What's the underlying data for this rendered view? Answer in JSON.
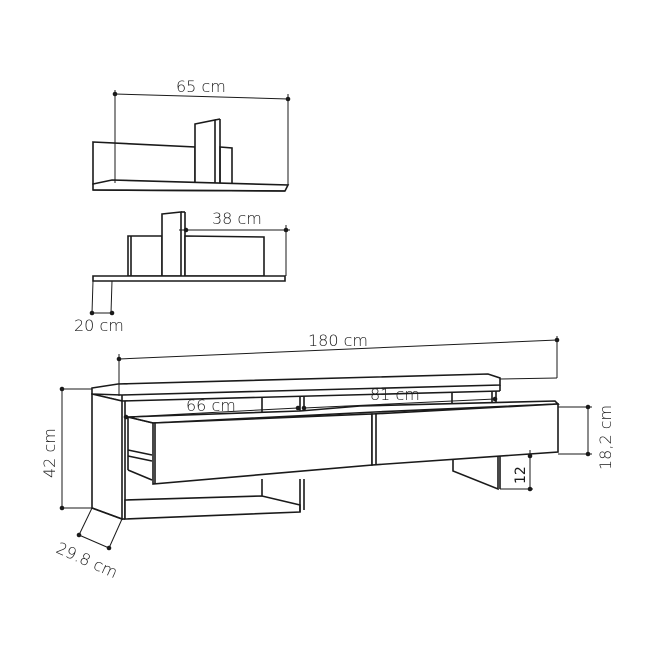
{
  "diagram": {
    "type": "furniture-dimension-drawing",
    "components": [
      {
        "name": "upper-wall-shelf",
        "dimensions": {
          "width": "65 cm"
        }
      },
      {
        "name": "lower-wall-shelf",
        "dimensions": {
          "width": "38 cm",
          "depth": "20 cm"
        }
      },
      {
        "name": "tv-unit",
        "dimensions": {
          "total_width": "180 cm",
          "left_compartment_width": "66 cm",
          "right_compartment_width": "81 cm",
          "height": "42 cm",
          "depth": "29.8 cm",
          "drawer_height": "18,2 cm",
          "leg_height": "12"
        }
      }
    ],
    "labels": {
      "shelf1_width": "65 cm",
      "shelf2_width": "38 cm",
      "shelf2_depth": "20 cm",
      "unit_width": "180 cm",
      "left_comp": "66 cm",
      "right_comp": "81 cm",
      "unit_height": "42 cm",
      "unit_depth": "29.8 cm",
      "drawer_height": "18,2 cm",
      "leg_height": "12"
    },
    "colors": {
      "line": "#1a1a1a",
      "background": "#ffffff"
    }
  }
}
